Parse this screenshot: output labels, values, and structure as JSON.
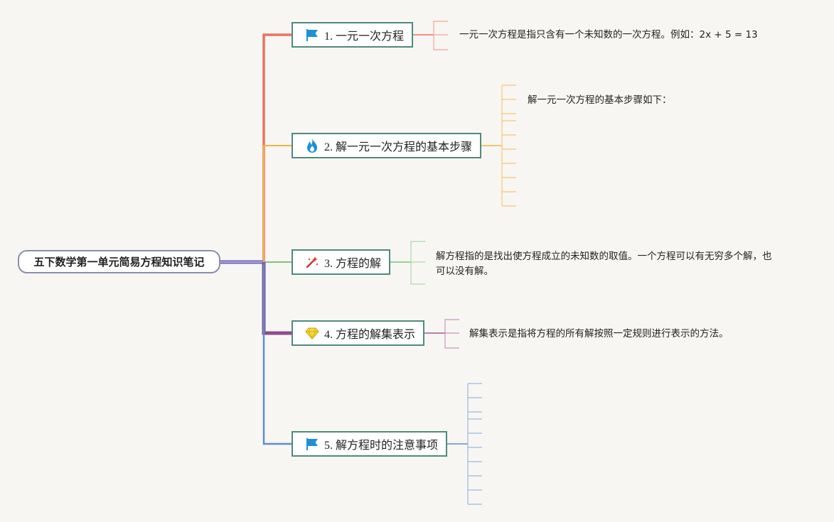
{
  "root": {
    "title": "五下数学第一单元简易方程知识笔记"
  },
  "topics": [
    {
      "label": "1. 一元一次方程",
      "icon": "flag-icon",
      "color": "#e8735f",
      "note": "一元一次方程是指只含有一个未知数的一次方程。例如：2x + 5 = 13"
    },
    {
      "label": "2. 解一元一次方程的基本步骤",
      "icon": "fire-icon",
      "color": "#f2b33c",
      "note": "解一元一次方程的基本步骤如下："
    },
    {
      "label": "3. 方程的解",
      "icon": "magic-wand-icon",
      "color": "#7cc67a",
      "note_lines": [
        "解方程指的是找出使方程成立的未知数的取值。一个方程可以有无穷多个解，也",
        "可以没有解。"
      ]
    },
    {
      "label": "4. 方程的解集表示",
      "icon": "diamond-icon",
      "color": "#a4569a",
      "note": "解集表示是指将方程的所有解按照一定规则进行表示的方法。"
    },
    {
      "label": "5. 解方程时的注意事项",
      "icon": "flag-icon",
      "color": "#5b8fd0",
      "note": ""
    }
  ]
}
